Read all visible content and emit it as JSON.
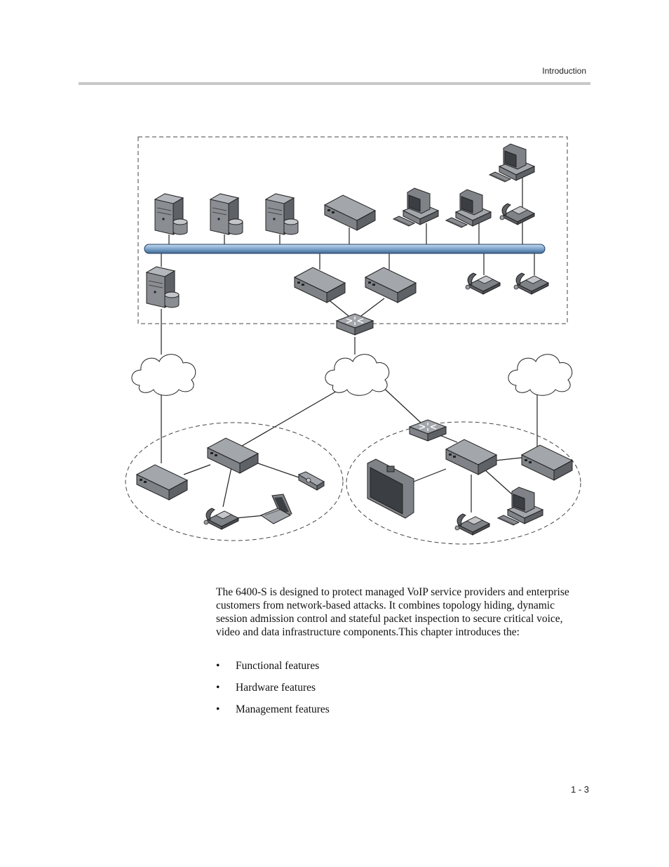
{
  "header": {
    "section_title": "Introduction"
  },
  "body": {
    "paragraph": "The 6400-S is designed to protect managed VoIP service providers and enterprise customers from network-based attacks. It combines topology hiding, dynamic session admission control and stateful packet inspection to secure critical voice, video and data infrastructure components.This chapter introduces the:",
    "bullets": [
      {
        "marker": "•",
        "text": "Functional features"
      },
      {
        "marker": "•",
        "text": "Hardware features"
      },
      {
        "marker": "•",
        "text": "Management features"
      }
    ]
  },
  "footer": {
    "page_number": "1 - 3"
  },
  "diagram": {
    "colors": {
      "device_gray": "#7f8287",
      "device_top": "#a3a6ab",
      "bus_blue": "#7ea6cf",
      "line": "#222222"
    },
    "icons": [
      "server-icon",
      "appliance-icon",
      "workstation-icon",
      "ip-phone-icon",
      "router-icon",
      "cloud-icon",
      "laptop-icon",
      "video-display-icon",
      "camera-icon"
    ]
  }
}
